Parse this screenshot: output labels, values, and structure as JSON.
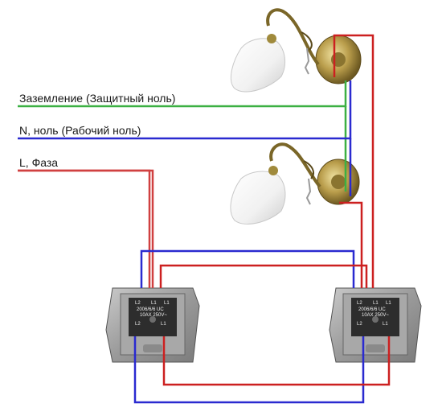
{
  "labels": {
    "ground": "Заземление (Защитный ноль)",
    "neutral": "N, ноль (Рабочий ноль)",
    "phase": "L, Фаза"
  },
  "colors": {
    "ground": "#3cb043",
    "neutral": "#2a2ad0",
    "phase": "#d04040",
    "traveler_red": "#cc2020"
  },
  "devices": {
    "lamp_count": 2,
    "switch_count": 2
  },
  "switch": {
    "top_left": "L2",
    "top_mid": "L1",
    "top_right": "L1",
    "model": "2006/6/6 UC",
    "rating": "10AX 250V~",
    "bottom_left": "L2",
    "bottom_right": "L1"
  },
  "icons": {
    "lamp": "wall-sconce-icon",
    "switch": "wall-switch-icon"
  }
}
